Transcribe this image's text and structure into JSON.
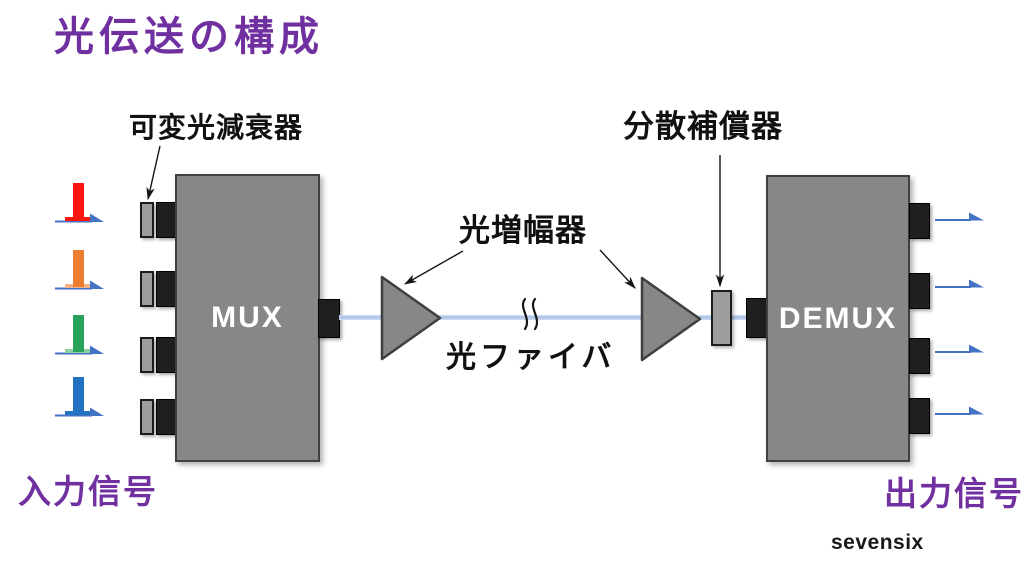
{
  "title": "光伝送の構成",
  "diagram": {
    "attenuator_label": "可変光減衰器",
    "amplifier_label": "光増幅器",
    "compensator_label": "分散補償器",
    "fiber_label": "光ファイバ",
    "mux_label": "MUX",
    "demux_label": "DEMUX",
    "input_label": "入力信号",
    "output_label": "出力信号"
  },
  "footer": {
    "logo": "sevensix"
  },
  "colors": {
    "title_purple": "#7030A0",
    "box_gray": "#878787",
    "box_border": "#3F3F3F",
    "connector_black": "#1F1F1F",
    "small_box_gray": "#9D9D9D",
    "fiber_blue": "#B4C7E7",
    "arrow_blue": "#4472C4",
    "label_black": "#111111"
  },
  "input_signals": [
    {
      "channel": 1,
      "spike_color": "#FB1511",
      "base_color": "#FB1511"
    },
    {
      "channel": 2,
      "spike_color": "#ED7D31",
      "base_color": "#F4B183"
    },
    {
      "channel": 3,
      "spike_color": "#28A35C",
      "base_color": "#8FD0A5"
    },
    {
      "channel": 4,
      "spike_color": "#2272C3",
      "base_color": "#2272C3"
    }
  ],
  "output_signals": {
    "count": 4
  }
}
